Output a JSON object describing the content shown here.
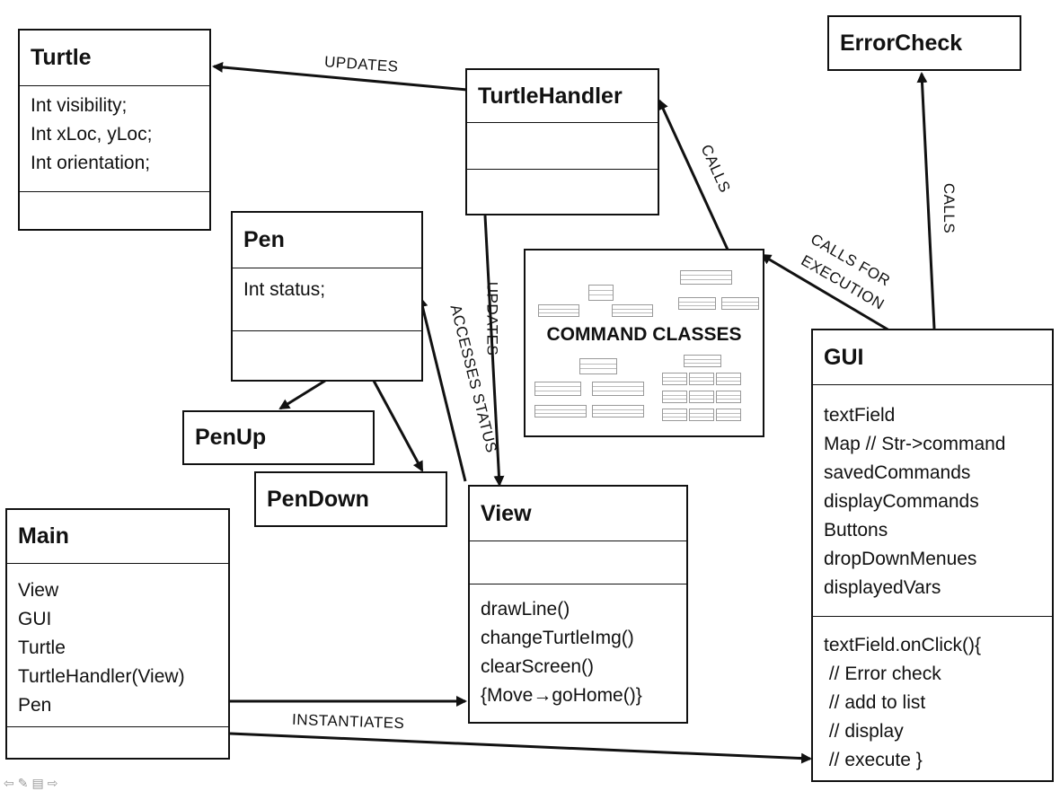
{
  "turtle": {
    "name": "Turtle",
    "attributes": [
      "Int visibility;",
      "Int xLoc, yLoc;",
      "Int orientation;"
    ]
  },
  "turtle_handler": {
    "name": "TurtleHandler"
  },
  "error_check": {
    "name": "ErrorCheck"
  },
  "pen": {
    "name": "Pen",
    "attributes": [
      "Int status;"
    ]
  },
  "pen_up": {
    "name": "PenUp"
  },
  "pen_down": {
    "name": "PenDown"
  },
  "command_classes": {
    "label": "COMMAND CLASSES"
  },
  "gui": {
    "name": "GUI",
    "attributes": [
      "textField",
      "Map // Str->command",
      "savedCommands",
      "displayCommands",
      "Buttons",
      "dropDownMenues",
      "displayedVars"
    ],
    "methods": [
      "textField.onClick(){",
      " // Error check",
      " // add to list",
      " // display",
      " // execute }"
    ]
  },
  "view": {
    "name": "View",
    "methods": [
      "drawLine()",
      "changeTurtleImg()",
      "clearScreen()",
      "{Move→goHome()}"
    ]
  },
  "main": {
    "name": "Main",
    "attributes": [
      "View",
      "GUI",
      "Turtle",
      "TurtleHandler(View)",
      "Pen"
    ]
  },
  "labels": {
    "updates_turtle": "UPDATES",
    "calls_handler": "CALLS",
    "calls_error": "CALLS",
    "calls_for_execution_1": "CALLS FOR",
    "calls_for_execution_2": "EXECUTION",
    "updates_view": "UPDATES",
    "accesses_status": "ACCESSES STATUS",
    "instantiates": "INSTANTIATES"
  }
}
